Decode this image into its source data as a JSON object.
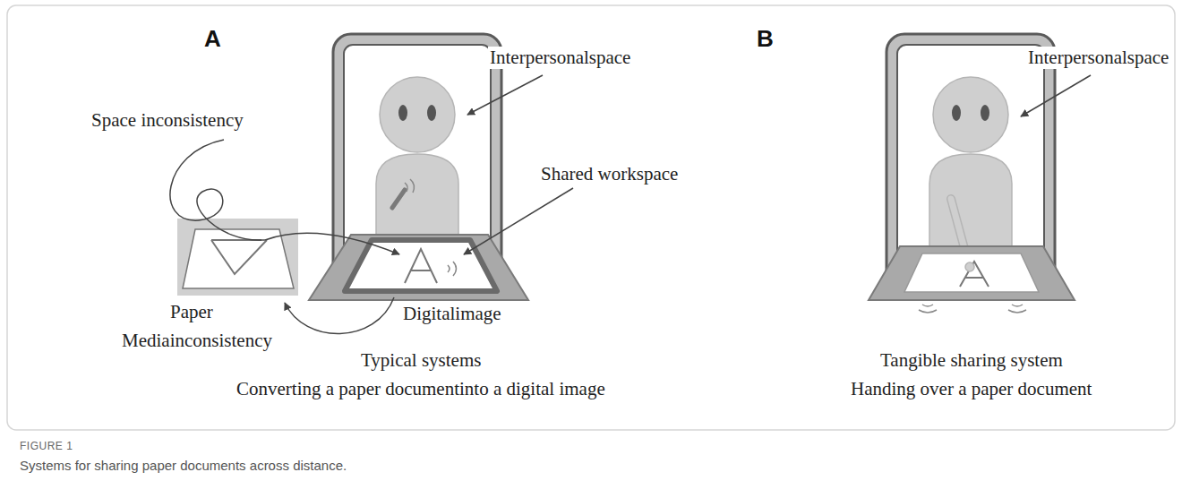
{
  "diagram": {
    "caption": "Systems for sharing paper documents across distance.",
    "labels": [
      "A",
      "B",
      "Interpersonalspace",
      "Space inconsistency",
      "Shared workspace",
      "Paper",
      "Digitalimage",
      "Mediainconsistency",
      "Typical systems",
      "Converting a paper documentinto a digital image",
      "Interpersonalspace",
      "Tangible sharing system",
      "Handing over a paper document",
      "FIGURE 1"
    ]
  }
}
